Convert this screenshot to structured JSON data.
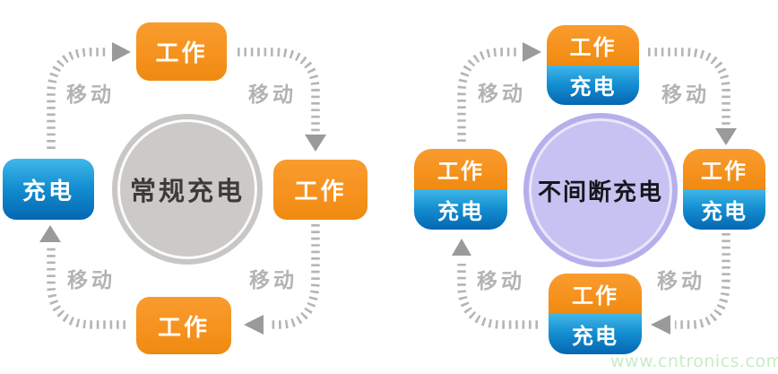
{
  "left_diagram": {
    "center_label": "常规充电",
    "nodes": {
      "top": "工作",
      "right": "工作",
      "bottom": "工作",
      "left": "充电"
    },
    "move_labels": [
      "移动",
      "移动",
      "移动",
      "移动"
    ]
  },
  "right_diagram": {
    "center_label": "不间断充电",
    "nodes": {
      "top": {
        "work": "工作",
        "charge": "充电"
      },
      "right": {
        "work": "工作",
        "charge": "充电"
      },
      "bottom": {
        "work": "工作",
        "charge": "充电"
      },
      "left": {
        "work": "工作",
        "charge": "充电"
      }
    },
    "move_labels": [
      "移动",
      "移动",
      "移动",
      "移动"
    ]
  },
  "watermark": {
    "text": "www.cntronics.com",
    "color": "#c9ebc6"
  },
  "colors": {
    "work_orange": "#f6921e",
    "charge_blue_top": "#41b7e9",
    "charge_blue_bottom": "#0466b2",
    "arrow_gray": "#b6b5b5",
    "arrowhead_gray": "#9b9a9a",
    "move_label_gray": "#b3b3b3",
    "regular_circle_fill": "#c9c8c7",
    "regular_circle_text": "#3e3a39",
    "uninterrupted_circle_ring": "#b5b0ec",
    "uninterrupted_circle_fill": "#c6c3f2",
    "uninterrupted_circle_text": "#16161c",
    "background": "#ffffff"
  }
}
